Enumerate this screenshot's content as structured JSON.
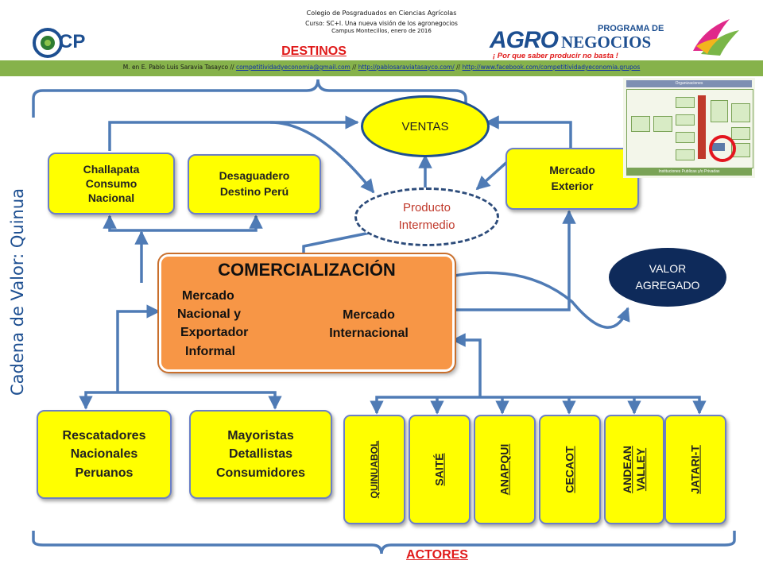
{
  "header": {
    "line1": "Colegio de Posgraduados en Ciencias Agrícolas",
    "line2": "Curso: SC+I. Una nueva visión de los agronegocios",
    "line3": "Campus Montecillos, enero de 2016",
    "cp_logo": "CP",
    "program_small": "PROGRAMA DE",
    "program_agro": "AGRO",
    "program_negocios": "NEGOCIOS",
    "program_tagline": "¡ Por que saber producir no basta !",
    "author": "M. en E. Pablo Luis Saravia  Tasayco",
    "sep": "//",
    "email": "competitividadyeconomia@gmail.com",
    "link1": "http://pablosaraviatasayco.com/",
    "link2": "http://www.facebook.com/competitividadyeconomia.grupos"
  },
  "diagram": {
    "destinos": "DESTINOS",
    "actores": "ACTORES",
    "side_title": "Cadena de Valor: Quinua",
    "ventas": "VENTAS",
    "producto": [
      "Producto",
      "Intermedio"
    ],
    "valor": [
      "VALOR",
      "AGREGADO"
    ],
    "challapata": [
      "Challapata",
      "Consumo",
      "Nacional"
    ],
    "desaguadero": [
      "Desaguadero",
      "Destino Perú"
    ],
    "mercado_exterior": [
      "Mercado",
      "Exterior"
    ],
    "comercializacion": "COMERCIALIZACIÓN",
    "mercado_nacional": [
      "Mercado",
      "Nacional y",
      "Exportador",
      "Informal"
    ],
    "mercado_internacional": [
      "Mercado",
      "Internacional"
    ],
    "rescatadores": [
      "Rescatadores",
      "Nacionales",
      "Peruanos"
    ],
    "mayoristas": [
      "Mayoristas",
      "Detallistas",
      "Consumidores"
    ],
    "actors": [
      {
        "lines": [
          "QUINUABOL"
        ]
      },
      {
        "lines": [
          "SAITÉ"
        ]
      },
      {
        "lines": [
          "ANAPQUI"
        ]
      },
      {
        "lines": [
          "CECAOT"
        ]
      },
      {
        "lines": [
          "ANDEAN",
          "VALLEY"
        ]
      },
      {
        "lines": [
          "JATARI-T"
        ]
      }
    ]
  },
  "thumbnail": {
    "title": "Organizaciones",
    "footer": "Instituciones Publicas y/o Privadas"
  },
  "colors": {
    "yellow_box": "#ffff00",
    "box_border": "#6b7fc7",
    "arrow": "#4f7bb5",
    "orange": "#f79646",
    "navy": "#0e2a5a",
    "red_text": "#e01a1a",
    "green_band": "#86b24b"
  }
}
